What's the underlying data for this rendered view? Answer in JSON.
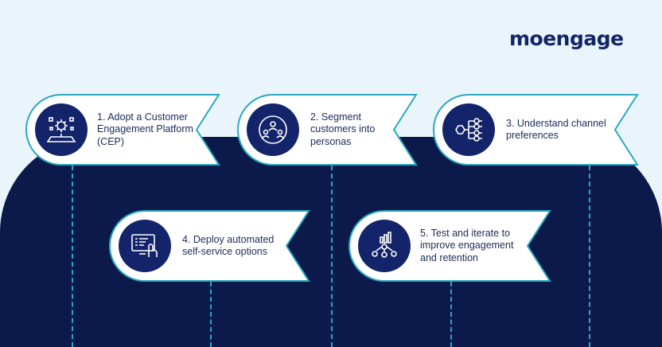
{
  "brand": {
    "name": "moengage"
  },
  "colors": {
    "navy": "#14246a",
    "dark_bg": "#0b1a4a",
    "teal": "#2aa8c0",
    "light_bg": "#eaf5fb"
  },
  "steps": [
    {
      "label": "1. Adopt a Customer Engagement Platform (CEP)",
      "icon": "platform-gear-icon"
    },
    {
      "label": "2. Segment customers into personas",
      "icon": "persona-segment-icon"
    },
    {
      "label": "3. Understand channel preferences",
      "icon": "channel-network-icon"
    },
    {
      "label": "4. Deploy automated self-service options",
      "icon": "touchscreen-icon"
    },
    {
      "label": "5. Test and iterate to improve engagement and retention",
      "icon": "analytics-people-icon"
    }
  ]
}
